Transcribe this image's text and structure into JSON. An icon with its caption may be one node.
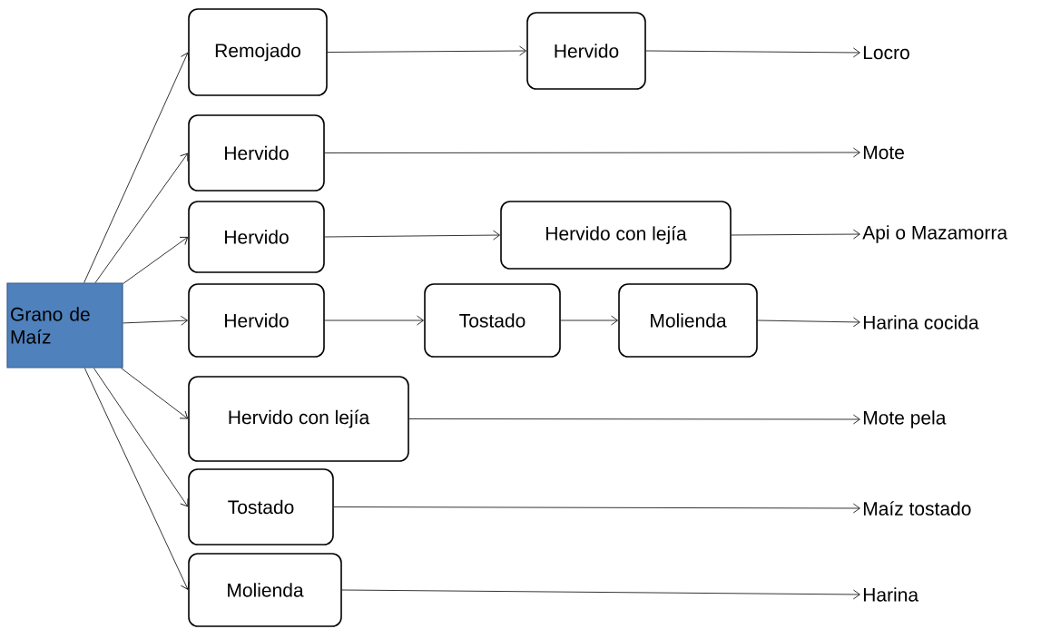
{
  "diagram": {
    "nodes": [
      {
        "text": [
          "Grano de Maíz"
        ]
      },
      {
        "text": [
          "Remojado"
        ]
      },
      {
        "text": [
          "Hervido"
        ]
      },
      {
        "text": [
          "Locro"
        ]
      },
      {
        "text": [
          "Hervido"
        ]
      },
      {
        "text": [
          "Mote"
        ]
      },
      {
        "text": [
          "Hervido"
        ]
      },
      {
        "text": [
          "Hervido con lejía"
        ]
      },
      {
        "text": [
          "Api o Mazamorra"
        ]
      },
      {
        "text": [
          "Hervido"
        ]
      },
      {
        "text": [
          "Tostado"
        ]
      },
      {
        "text": [
          "Molienda"
        ]
      },
      {
        "text": [
          "Harina cocida"
        ]
      },
      {
        "text": [
          "Hervido con lejía"
        ]
      },
      {
        "text": [
          "Mote pela"
        ]
      },
      {
        "text": [
          "Tostado"
        ]
      },
      {
        "text": [
          "Maíz tostado"
        ]
      },
      {
        "text": [
          "Molienda"
        ]
      },
      {
        "text": [
          "Harina"
        ]
      }
    ],
    "edges": [
      {
        "from": 0,
        "to": 1,
        "arrow": "to"
      },
      {
        "from": 1,
        "to": 2,
        "arrow": "to"
      },
      {
        "from": 2,
        "to": 3,
        "arrow": "to"
      },
      {
        "from": 0,
        "to": 4,
        "arrow": "to"
      },
      {
        "from": 4,
        "to": 5,
        "arrow": "to"
      },
      {
        "from": 0,
        "to": 6,
        "arrow": "to"
      },
      {
        "from": 6,
        "to": 7,
        "arrow": "to"
      },
      {
        "from": 7,
        "to": 8,
        "arrow": "to"
      },
      {
        "from": 0,
        "to": 9,
        "arrow": "to"
      },
      {
        "from": 9,
        "to": 10,
        "arrow": "to"
      },
      {
        "from": 10,
        "to": 11,
        "arrow": "to"
      },
      {
        "from": 11,
        "to": 12,
        "arrow": "to"
      },
      {
        "from": 0,
        "to": 13,
        "arrow": "to"
      },
      {
        "from": 13,
        "to": 14,
        "arrow": "to"
      },
      {
        "from": 0,
        "to": 15,
        "arrow": "to"
      },
      {
        "from": 15,
        "to": 16,
        "arrow": "to"
      },
      {
        "from": 0,
        "to": 17,
        "arrow": "to"
      },
      {
        "from": 17,
        "to": 18,
        "arrow": "to"
      }
    ]
  }
}
